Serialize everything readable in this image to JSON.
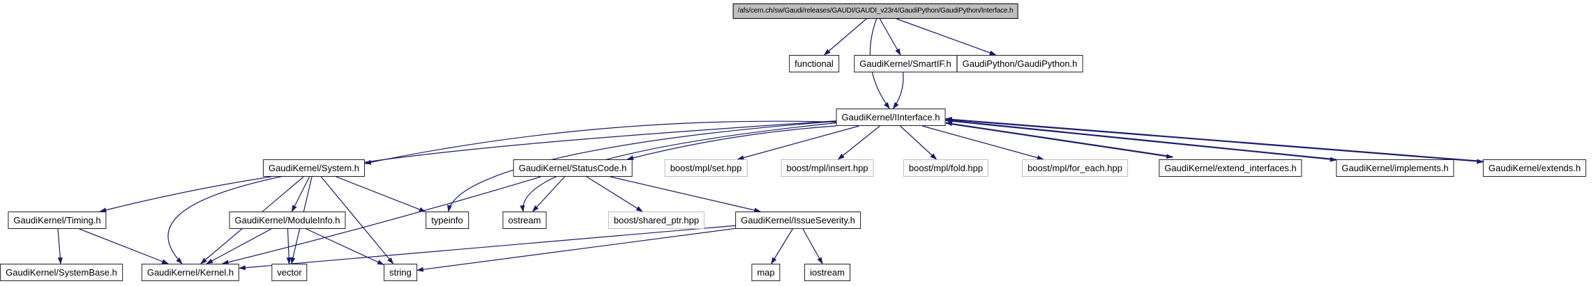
{
  "graph": {
    "type": "include-dependency-graph",
    "edge_color": "#191970",
    "main_node_fill": "#bfbfbf",
    "node_fill": "#ffffff",
    "node_border": "#1f1f1f",
    "external_node_border": "#bdbdbd",
    "nodes": [
      {
        "id": "main",
        "label": "/afs/cern.ch/sw/Gaudi/releases/GAUDI/GAUDI_v23r4/GaudiPython/GaudiPython/Interface.h",
        "type": "main"
      },
      {
        "id": "functional",
        "label": "functional",
        "type": "std"
      },
      {
        "id": "smartif",
        "label": "GaudiKernel/SmartIF.h",
        "type": "internal"
      },
      {
        "id": "gaudipython",
        "label": "GaudiPython/GaudiPython.h",
        "type": "internal"
      },
      {
        "id": "iinterface",
        "label": "GaudiKernel/IInterface.h",
        "type": "internal"
      },
      {
        "id": "system",
        "label": "GaudiKernel/System.h",
        "type": "internal"
      },
      {
        "id": "statuscode",
        "label": "GaudiKernel/StatusCode.h",
        "type": "internal"
      },
      {
        "id": "mplset",
        "label": "boost/mpl/set.hpp",
        "type": "external"
      },
      {
        "id": "mplinsert",
        "label": "boost/mpl/insert.hpp",
        "type": "external"
      },
      {
        "id": "mplfold",
        "label": "boost/mpl/fold.hpp",
        "type": "external"
      },
      {
        "id": "mplforeach",
        "label": "boost/mpl/for_each.hpp",
        "type": "external"
      },
      {
        "id": "extendinterfaces",
        "label": "GaudiKernel/extend_interfaces.h",
        "type": "internal"
      },
      {
        "id": "implements",
        "label": "GaudiKernel/implements.h",
        "type": "internal"
      },
      {
        "id": "extends",
        "label": "GaudiKernel/extends.h",
        "type": "internal"
      },
      {
        "id": "timing",
        "label": "GaudiKernel/Timing.h",
        "type": "internal"
      },
      {
        "id": "moduleinfo",
        "label": "GaudiKernel/ModuleInfo.h",
        "type": "internal"
      },
      {
        "id": "typeinfo",
        "label": "typeinfo",
        "type": "std"
      },
      {
        "id": "ostream",
        "label": "ostream",
        "type": "std"
      },
      {
        "id": "sharedptr",
        "label": "boost/shared_ptr.hpp",
        "type": "external"
      },
      {
        "id": "issueseverity",
        "label": "GaudiKernel/IssueSeverity.h",
        "type": "internal"
      },
      {
        "id": "systembase",
        "label": "GaudiKernel/SystemBase.h",
        "type": "internal"
      },
      {
        "id": "kernel",
        "label": "GaudiKernel/Kernel.h",
        "type": "internal"
      },
      {
        "id": "vector",
        "label": "vector",
        "type": "std"
      },
      {
        "id": "string",
        "label": "string",
        "type": "std"
      },
      {
        "id": "map",
        "label": "map",
        "type": "std"
      },
      {
        "id": "iostream",
        "label": "iostream",
        "type": "std"
      }
    ],
    "edges": [
      {
        "from": "main",
        "to": "functional"
      },
      {
        "from": "main",
        "to": "smartif"
      },
      {
        "from": "main",
        "to": "gaudipython"
      },
      {
        "from": "main",
        "to": "iinterface"
      },
      {
        "from": "smartif",
        "to": "iinterface"
      },
      {
        "from": "iinterface",
        "to": "system"
      },
      {
        "from": "iinterface",
        "to": "statuscode"
      },
      {
        "from": "iinterface",
        "to": "mplset"
      },
      {
        "from": "iinterface",
        "to": "mplinsert"
      },
      {
        "from": "iinterface",
        "to": "mplfold"
      },
      {
        "from": "iinterface",
        "to": "mplforeach"
      },
      {
        "from": "iinterface",
        "to": "extendinterfaces"
      },
      {
        "from": "extendinterfaces",
        "to": "iinterface"
      },
      {
        "from": "iinterface",
        "to": "implements"
      },
      {
        "from": "implements",
        "to": "iinterface"
      },
      {
        "from": "iinterface",
        "to": "extends"
      },
      {
        "from": "extends",
        "to": "iinterface"
      },
      {
        "from": "iinterface",
        "to": "typeinfo"
      },
      {
        "from": "iinterface",
        "to": "ostream"
      },
      {
        "from": "iinterface",
        "to": "kernel"
      },
      {
        "from": "system",
        "to": "timing"
      },
      {
        "from": "system",
        "to": "moduleinfo"
      },
      {
        "from": "system",
        "to": "typeinfo"
      },
      {
        "from": "system",
        "to": "kernel"
      },
      {
        "from": "system",
        "to": "vector"
      },
      {
        "from": "system",
        "to": "string"
      },
      {
        "from": "statuscode",
        "to": "ostream"
      },
      {
        "from": "statuscode",
        "to": "sharedptr"
      },
      {
        "from": "statuscode",
        "to": "issueseverity"
      },
      {
        "from": "statuscode",
        "to": "kernel"
      },
      {
        "from": "timing",
        "to": "systembase"
      },
      {
        "from": "timing",
        "to": "kernel"
      },
      {
        "from": "moduleinfo",
        "to": "kernel"
      },
      {
        "from": "moduleinfo",
        "to": "vector"
      },
      {
        "from": "moduleinfo",
        "to": "string"
      },
      {
        "from": "issueseverity",
        "to": "map"
      },
      {
        "from": "issueseverity",
        "to": "iostream"
      },
      {
        "from": "issueseverity",
        "to": "string"
      },
      {
        "from": "issueseverity",
        "to": "kernel"
      }
    ]
  }
}
